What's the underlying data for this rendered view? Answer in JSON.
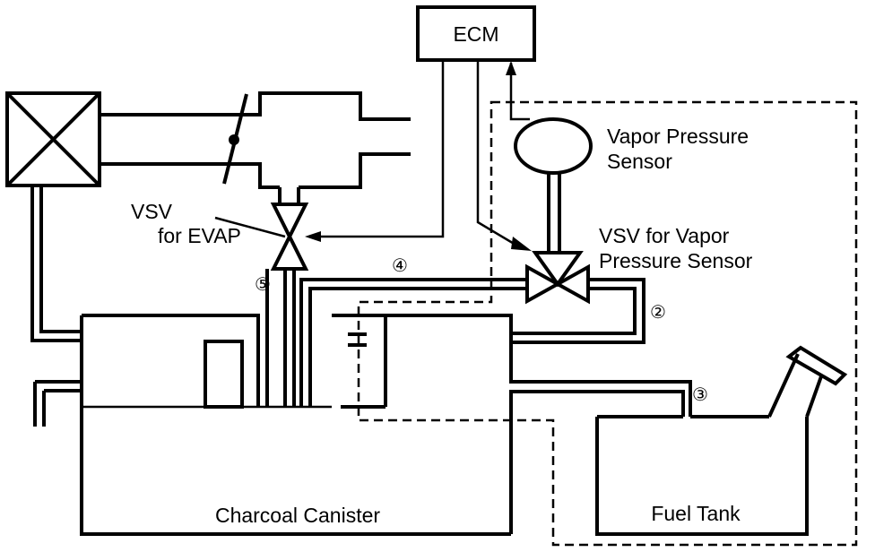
{
  "labels": {
    "ecm": "ECM",
    "vapor_pressure_sensor_line1": "Vapor Pressure",
    "vapor_pressure_sensor_line2": "Sensor",
    "vsv_evap_line1": "VSV",
    "vsv_evap_line2": "for EVAP",
    "vsv_vps_line1": "VSV for Vapor",
    "vsv_vps_line2": "Pressure Sensor",
    "charcoal_canister": "Charcoal Canister",
    "fuel_tank": "Fuel Tank",
    "marker_2": "②",
    "marker_3": "③",
    "marker_4": "④",
    "marker_5": "⑤"
  }
}
